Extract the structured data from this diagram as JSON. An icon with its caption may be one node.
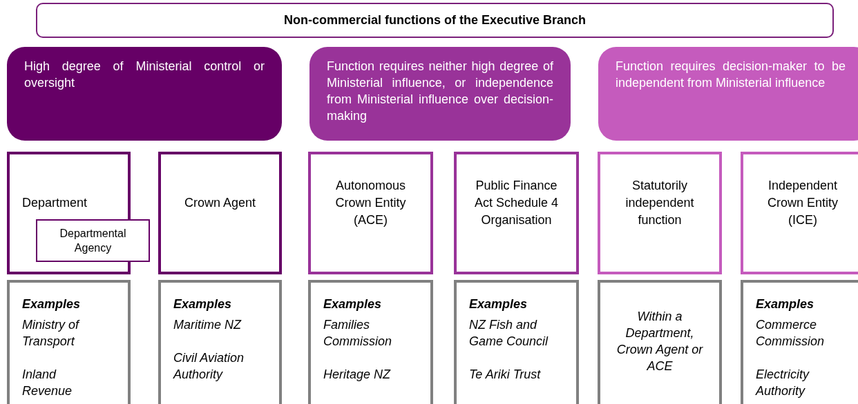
{
  "diagram": {
    "nodes": [
      {
        "text": [
          "Non-commercial functions of the Executive Branch"
        ]
      },
      {
        "text": [
          "High degree of Ministerial control or oversight"
        ]
      },
      {
        "text": [
          "Function requires neither high degree of Ministerial influence, or independence from Ministerial influence over decision-making"
        ]
      },
      {
        "text": [
          "Function requires decision-maker to be independent from Ministerial influence"
        ]
      },
      {
        "text": [
          "Department"
        ]
      },
      {
        "text": [
          "Departmental Agency"
        ]
      },
      {
        "text": [
          "Crown Agent"
        ]
      },
      {
        "text": [
          "Autonomous Crown Entity (ACE)"
        ]
      },
      {
        "text": [
          "Public Finance Act Schedule 4 Organisation"
        ]
      },
      {
        "text": [
          "Statutorily independent function"
        ]
      },
      {
        "text": [
          "Independent Crown Entity (ICE)"
        ]
      },
      {
        "text": [
          "Examples",
          "Ministry of Transport",
          "Inland Revenue"
        ]
      },
      {
        "text": [
          "Examples",
          "Maritime NZ",
          "Civil Aviation Authority"
        ]
      },
      {
        "text": [
          "Examples",
          "Families Commission",
          "Heritage NZ"
        ]
      },
      {
        "text": [
          "Examples",
          "NZ Fish and Game Council",
          "Te Ariki Trust"
        ]
      },
      {
        "text": [
          "Within a Department, Crown Agent or ACE"
        ]
      },
      {
        "text": [
          "Examples",
          "Commerce Commission",
          "Electricity Authority"
        ]
      }
    ],
    "edges": []
  }
}
